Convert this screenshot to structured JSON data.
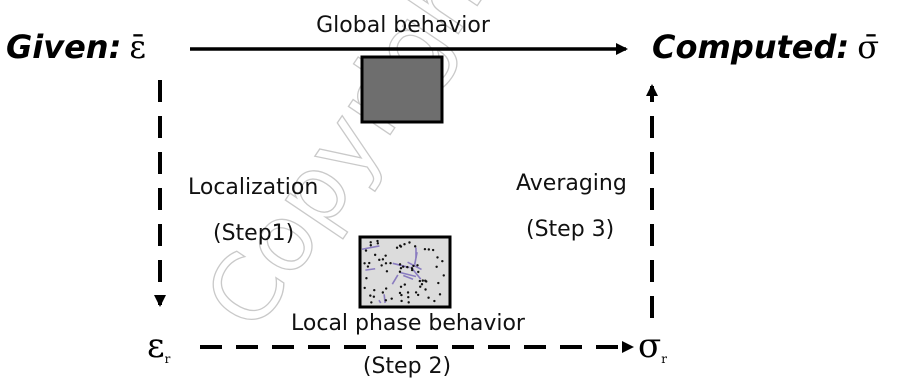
{
  "given": {
    "label": "Given",
    "colon": ":",
    "symbol": "ε̄"
  },
  "computed": {
    "label": "Computed",
    "colon": ":",
    "symbol": "σ̄"
  },
  "global_behavior": "Global behavior",
  "localization": {
    "label": "Localization",
    "step": "(Step1)"
  },
  "averaging": {
    "label": "Averaging",
    "step": "(Step 3)"
  },
  "local_phase": {
    "label": "Local phase behavior",
    "step": "(Step 2)"
  },
  "eps_r": {
    "symbol": "ε",
    "sub": "r"
  },
  "sig_r": {
    "symbol": "σ",
    "sub": "r"
  },
  "watermark": "Copyright",
  "colors": {
    "global_box": "#6e6e6e",
    "local_box": "#dcdcdc",
    "dots": "#111111",
    "fibers": "#8a7cc0",
    "watermark": "#c9c9c9"
  }
}
